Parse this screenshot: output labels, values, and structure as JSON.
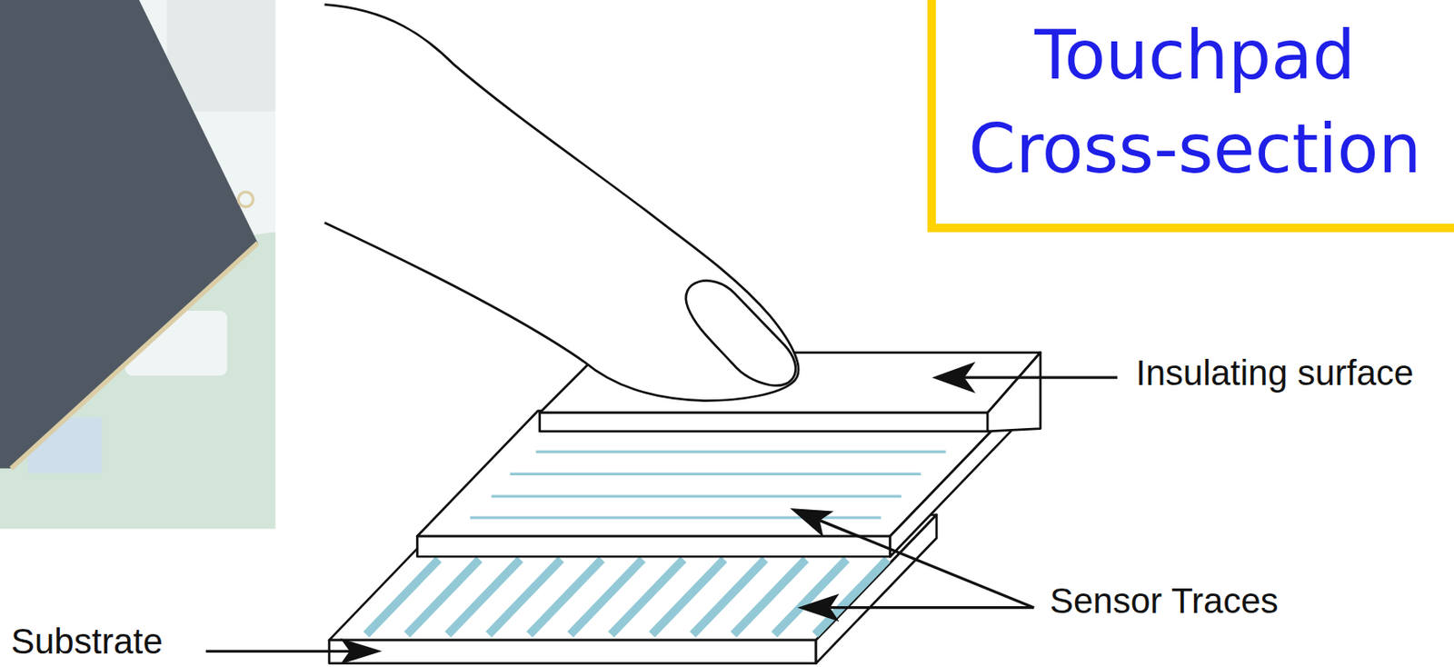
{
  "diagram": {
    "title": "Touchpad Cross-section",
    "labels": [
      "Insulating surface",
      "Sensor Traces",
      "Substrate"
    ]
  }
}
